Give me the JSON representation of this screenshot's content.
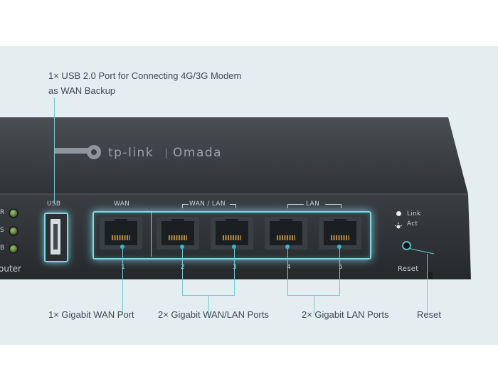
{
  "captions": {
    "usb": "1× USB 2.0 Port for Connecting 4G/3G Modem",
    "usb_line2": "as WAN Backup",
    "wan": "1× Gigabit WAN Port",
    "wan_lan": "2× Gigabit WAN/LAN Ports",
    "lan": "2× Gigabit LAN Ports",
    "reset": "Reset"
  },
  "logo": {
    "brand": "tp-link",
    "product": "Omada"
  },
  "panel": {
    "usb": "USB",
    "wan": "WAN",
    "wan_lan": "WAN / LAN",
    "lan": "LAN",
    "link": "Link",
    "act": "Act",
    "reset": "Reset",
    "router_fragment": "outer",
    "led_letters": [
      "R",
      "S",
      "B"
    ],
    "port_numbers": [
      "1",
      "2",
      "3",
      "4",
      "5"
    ]
  },
  "colors": {
    "background_band": "#e4edf0",
    "highlight": "#6fc9d6",
    "device_body": "#2b2f33",
    "led_green": "#7aa64a"
  }
}
